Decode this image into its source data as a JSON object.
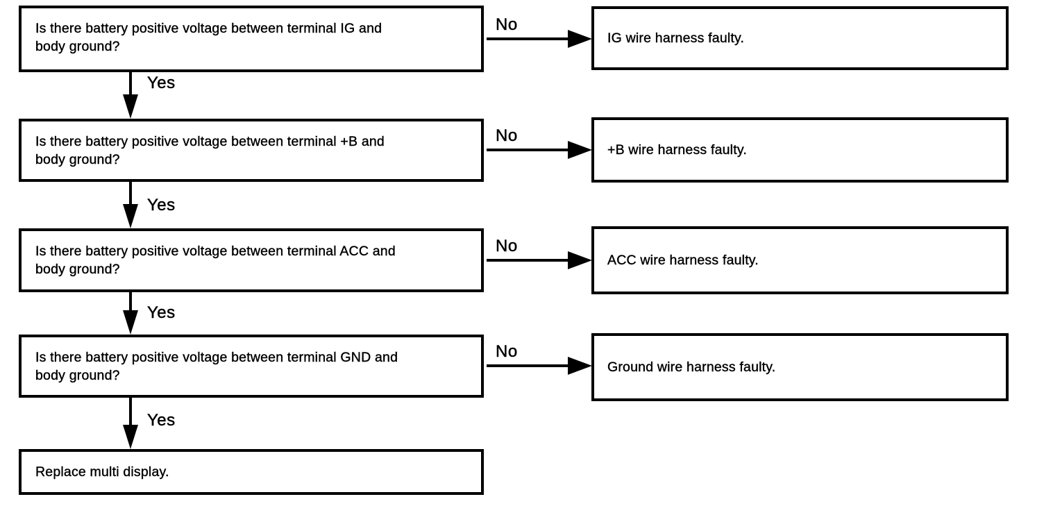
{
  "page": {
    "background_color": "#ffffff",
    "ink_color": "#000000"
  },
  "flowchart": {
    "yes_label": "Yes",
    "no_label": "No",
    "steps": [
      {
        "question_lines": {
          "0": "Is there battery positive voltage between terminal IG and",
          "1": "body ground?"
        },
        "no_result": "IG wire harness faulty."
      },
      {
        "question_lines": {
          "0": "Is there battery positive voltage between terminal +B and",
          "1": "body ground?"
        },
        "no_result": "+B wire harness faulty."
      },
      {
        "question_lines": {
          "0": "Is there battery positive voltage between terminal ACC and",
          "1": "body ground?"
        },
        "no_result": "ACC wire harness faulty."
      },
      {
        "question_lines": {
          "0": "Is there battery positive voltage between terminal GND and",
          "1": "body ground?"
        },
        "no_result": "Ground wire harness faulty."
      }
    ],
    "final_action": "Replace multi display."
  }
}
